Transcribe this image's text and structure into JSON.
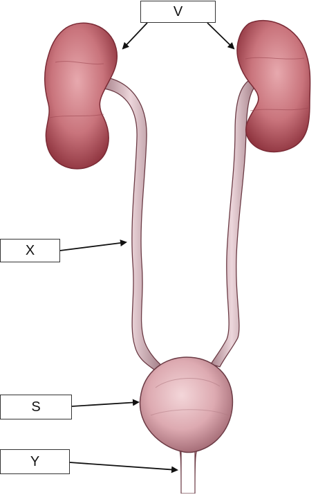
{
  "labels": {
    "v": "V",
    "x": "X",
    "s": "S",
    "y": "Y"
  },
  "colors": {
    "kidney": "#c9747c",
    "kidney_dark": "#8a2f3a",
    "ureter": "#dcbfc6",
    "bladder": "#e2b5bb",
    "outline": "#6b3a44"
  }
}
